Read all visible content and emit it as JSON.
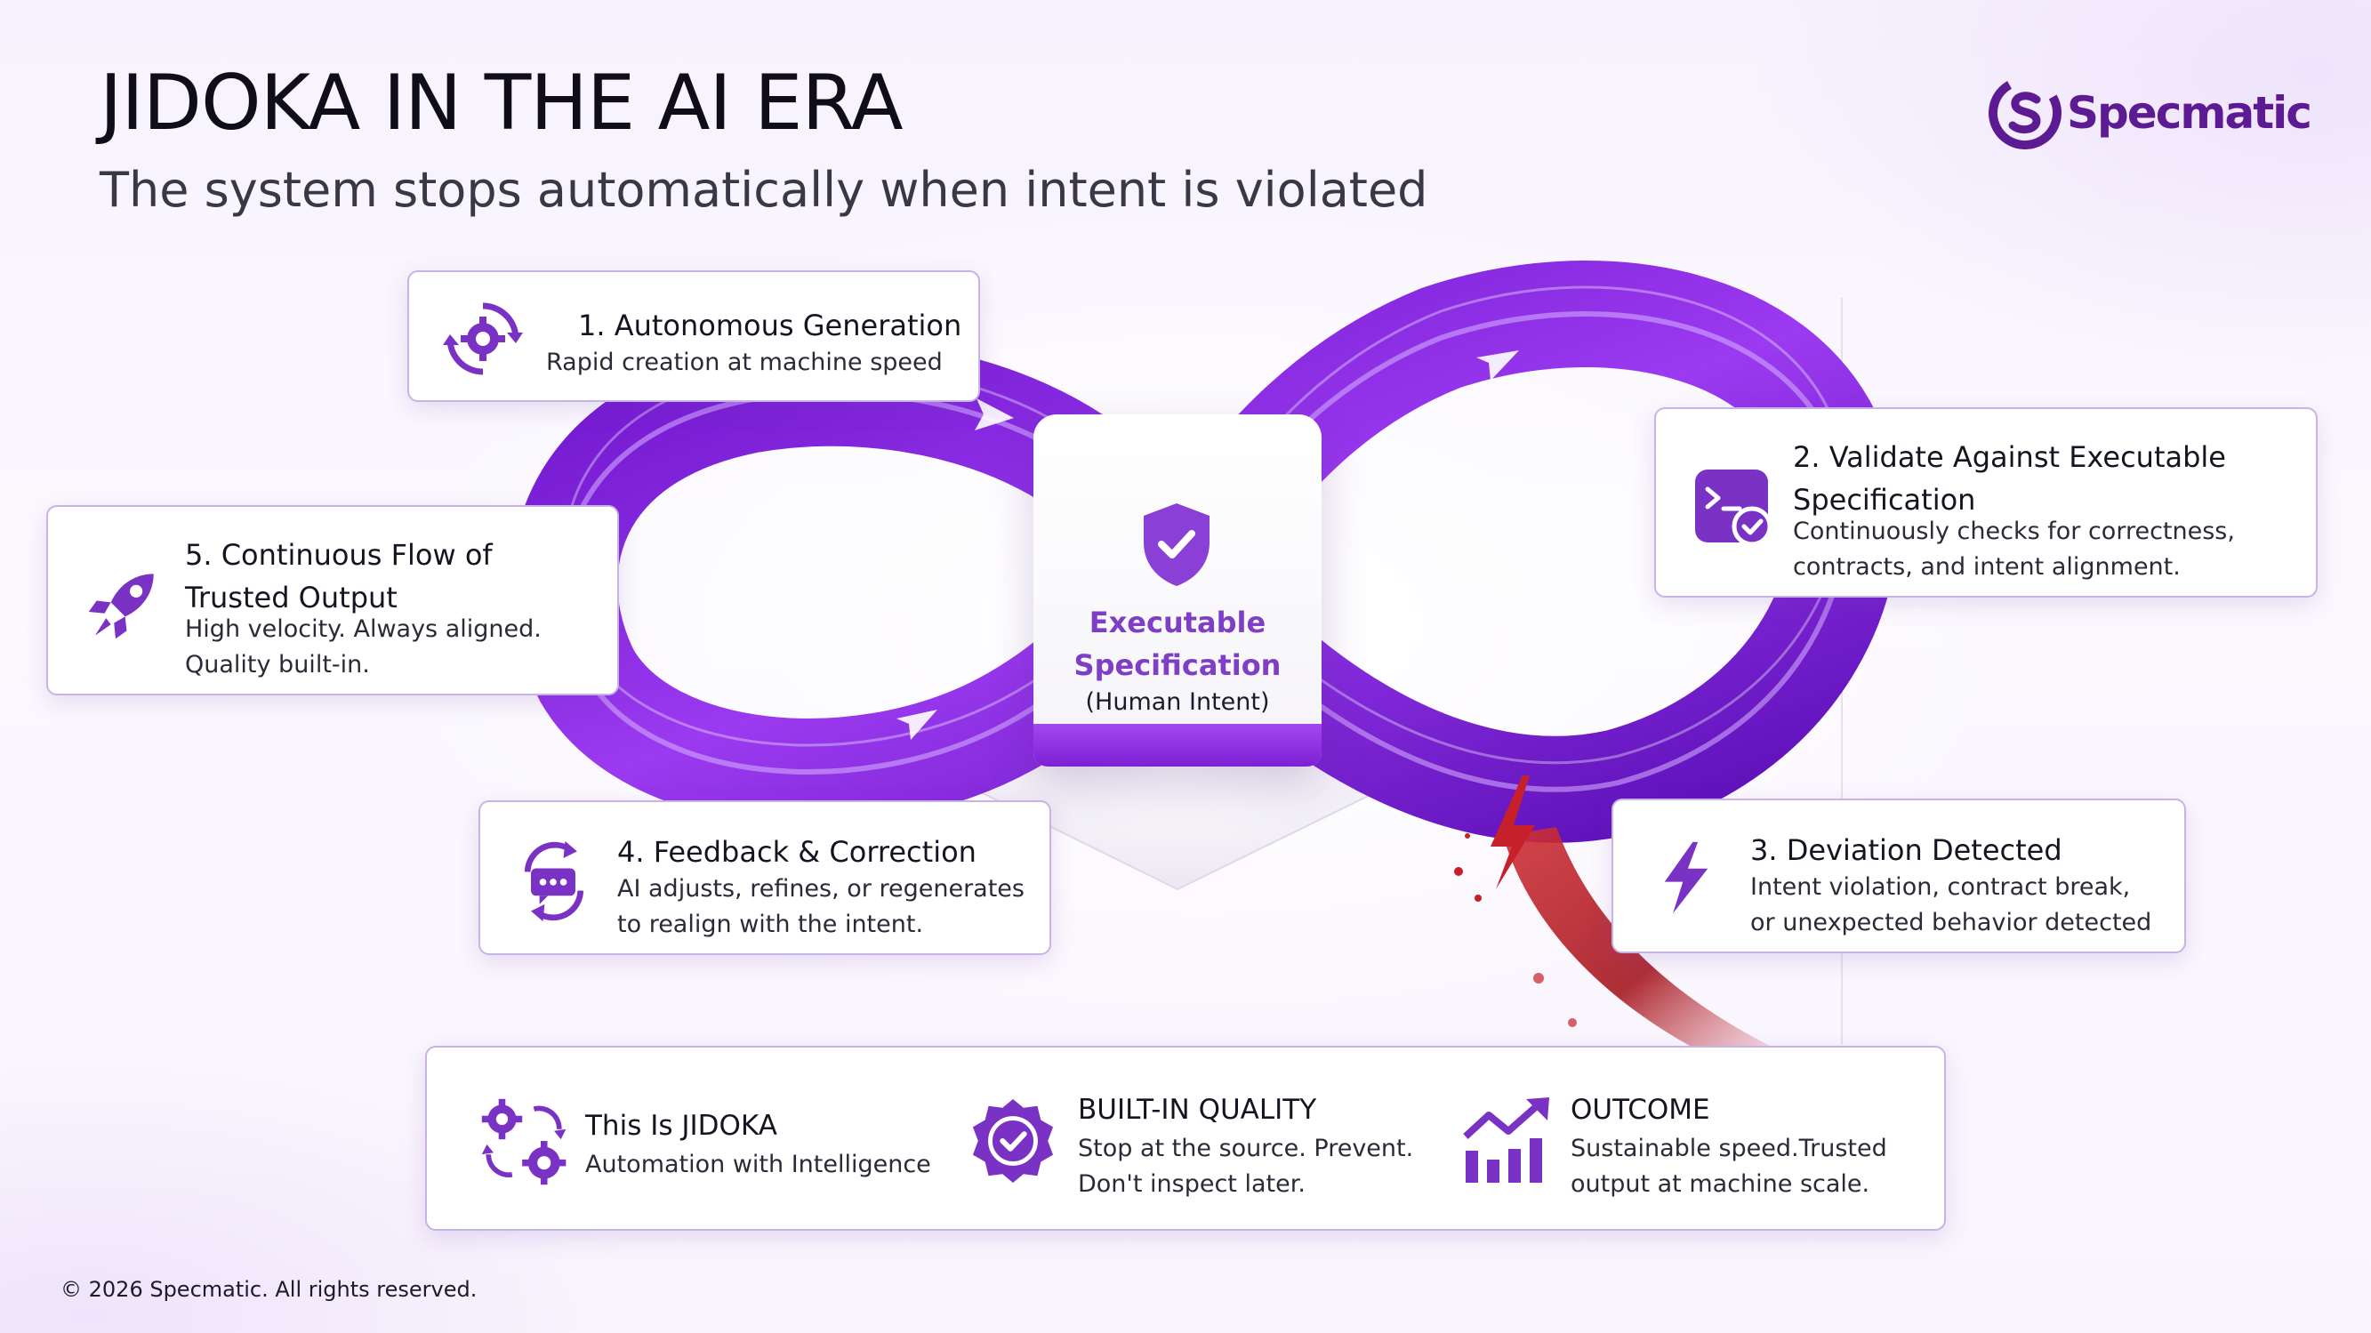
{
  "header": {
    "title": "JIDOKA IN THE AI ERA",
    "subtitle": "The system stops automatically when intent is violated"
  },
  "brand": {
    "name": "Specmatic",
    "color": "#5c1a93",
    "accent": "#8a2be2",
    "alert": "#c0262d"
  },
  "hub": {
    "title": "Executable Specification",
    "subtitle": "(Human Intent)",
    "icon": "shield-check-icon"
  },
  "steps": [
    {
      "title": "1.  Autonomous Generation",
      "desc": "Rapid creation at machine speed",
      "icon": "gear-cycle-icon"
    },
    {
      "title": "2. Validate Against Executable Specification",
      "desc": "Continuously checks for correctness, contracts, and intent alignment.",
      "icon": "terminal-check-icon"
    },
    {
      "title": "3. Deviation Detected",
      "desc": "Intent violation, contract break, or unexpected behavior detected",
      "icon": "lightning-icon"
    },
    {
      "title": "4. Feedback & Correction",
      "desc": "AI adjusts, refines, or regenerates to realign with the intent.",
      "icon": "feedback-cycle-icon"
    },
    {
      "title": "5. Continuous Flow of Trusted Output",
      "desc": "High velocity. Always aligned. Quality built-in.",
      "icon": "rocket-icon"
    }
  ],
  "summary": [
    {
      "title": "This Is JIDOKA",
      "desc": "Automation with Intelligence",
      "icon": "gears-cycle-icon"
    },
    {
      "title": "BUILT-IN QUALITY",
      "desc": "Stop at the source. Prevent. Don't inspect later.",
      "icon": "badge-check-icon"
    },
    {
      "title": "OUTCOME",
      "desc": "Sustainable speed.Trusted output at machine scale.",
      "icon": "growth-chart-icon"
    }
  ],
  "footer": {
    "copyright": "© 2026 Specmatic. All rights reserved."
  }
}
